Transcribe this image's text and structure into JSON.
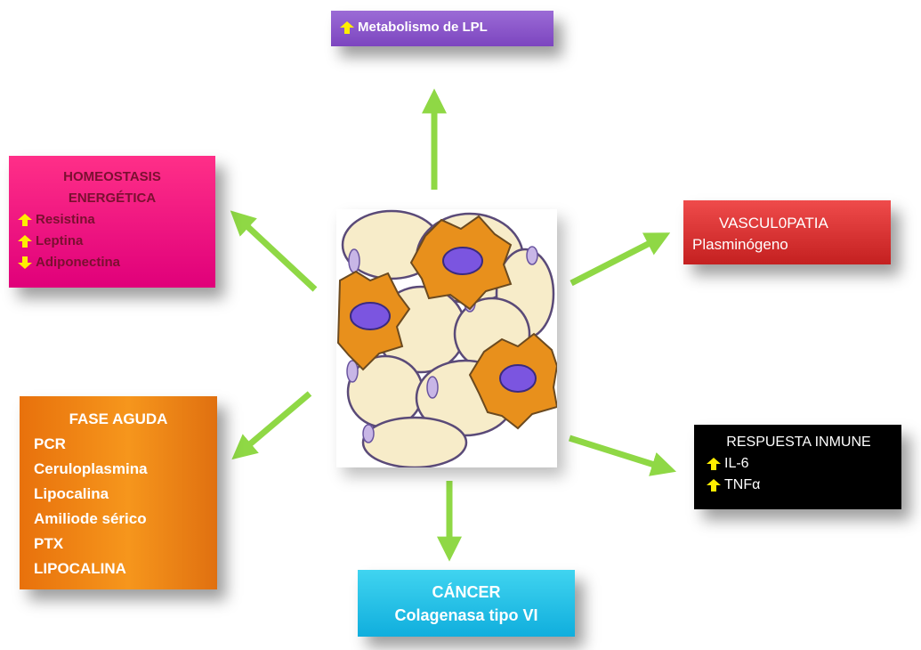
{
  "center_image": {
    "name": "adipocyte-tissue-illustration"
  },
  "colors": {
    "arrow": "#8fd845",
    "up_arrow": "#ffee00",
    "lpl_box": "#8a55c8",
    "homeostasis_box": "#f0007f",
    "vasculopathy_box": "#d62f2f",
    "acute_phase_box": "#f28a18",
    "immune_box": "#000000",
    "cancer_box": "#23bde8",
    "adipocyte_fill": "#f7ecc9",
    "cell_fill": "#e8901c",
    "nucleus_fill": "#7b55e0"
  },
  "nodes": {
    "lpl": {
      "items": [
        {
          "arrow": "up-arrow-icon",
          "text": "Metabolismo de LPL"
        }
      ]
    },
    "homeostasis": {
      "title_line1": "HOMEOSTASIS",
      "title_line2": "ENERGÉTICA",
      "items": [
        {
          "arrow": "up-arrow-icon",
          "text": "Resistina"
        },
        {
          "arrow": "up-arrow-icon",
          "text": "Leptina"
        },
        {
          "arrow": "down-arrow-icon",
          "text": "Adiponectina"
        }
      ]
    },
    "vasculopathy": {
      "title": "VASCUL0PATIA",
      "items": [
        "Plasminógeno"
      ]
    },
    "acute_phase": {
      "title": "FASE AGUDA",
      "items": [
        "PCR",
        "Ceruloplasmina",
        "Lipocalina",
        "Amiliode sérico",
        "PTX",
        "LIPOCALINA"
      ]
    },
    "immune": {
      "title": "RESPUESTA INMUNE",
      "items": [
        {
          "arrow": "up-arrow-icon",
          "text": "IL-6"
        },
        {
          "arrow": "up-arrow-icon",
          "text": "TNFα"
        }
      ]
    },
    "cancer": {
      "title": "CÁNCER",
      "items": [
        "Colagenasa tipo VI"
      ]
    }
  }
}
